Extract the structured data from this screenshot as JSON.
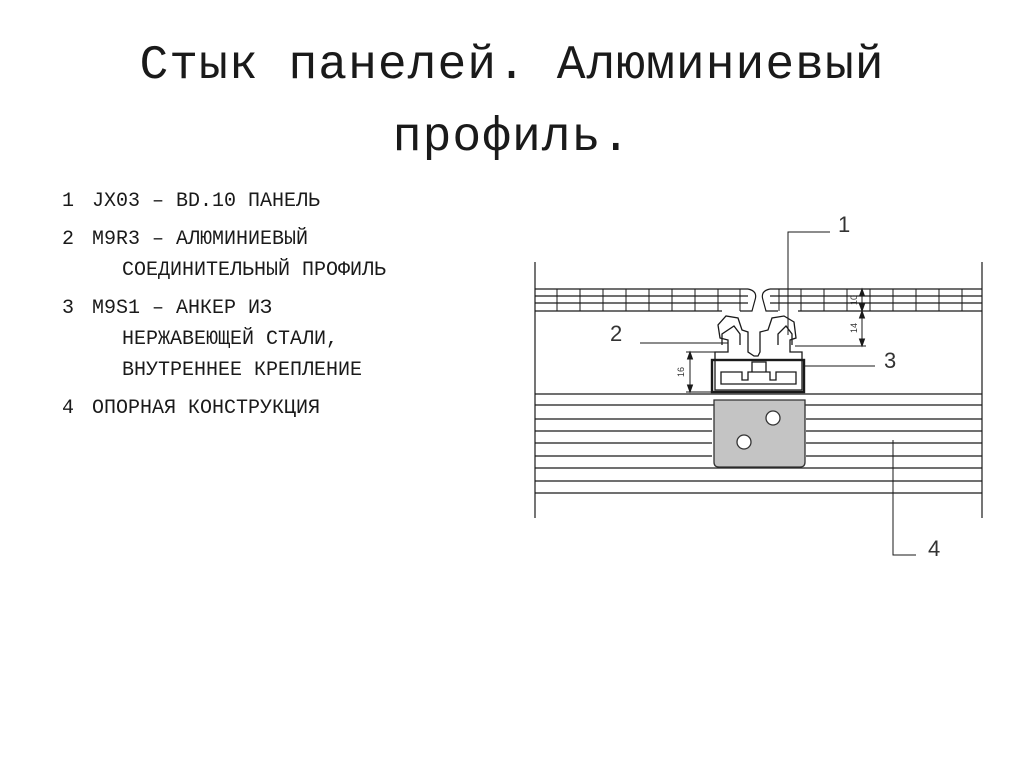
{
  "title": {
    "line1": "Стык панелей. Алюминиевый",
    "line2": "профиль."
  },
  "legend": [
    {
      "num": "1",
      "lines": [
        "JX03 – BD.10 ПАНЕЛЬ"
      ]
    },
    {
      "num": "2",
      "lines": [
        "M9R3 – АЛЮМИНИЕВЫЙ",
        "СОЕДИНИТЕЛЬНЫЙ ПРОФИЛЬ"
      ]
    },
    {
      "num": "3",
      "lines": [
        "M9S1 – АНКЕР ИЗ",
        "НЕРЖАВЕЮЩЕЙ СТАЛИ,",
        "ВНУТРЕННЕЕ КРЕПЛЕНИЕ"
      ]
    },
    {
      "num": "4",
      "lines": [
        "ОПОРНАЯ КОНСТРУКЦИЯ"
      ]
    }
  ],
  "drawing": {
    "callouts": {
      "c1": "1",
      "c2": "2",
      "c3": "3",
      "c4": "4"
    },
    "dimensions": {
      "panel_thickness": "10",
      "profile_height": "14",
      "anchor_height": "16"
    },
    "colors": {
      "line": "#1a1a1a",
      "anchor_fill": "#c4c4c4"
    }
  }
}
